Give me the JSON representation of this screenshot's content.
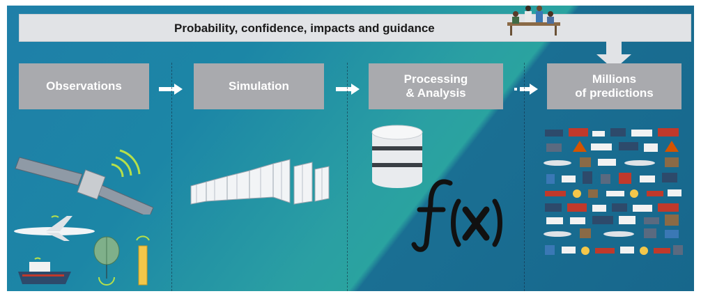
{
  "banner": {
    "text": "Probability, confidence, impacts and guidance"
  },
  "steps": [
    {
      "label": "Observations"
    },
    {
      "label": "Simulation"
    },
    {
      "label": "Processing\n& Analysis"
    },
    {
      "label": "Millions\nof predictions"
    }
  ],
  "colors": {
    "background": "#1f7fa8",
    "box": "#a9aaae",
    "banner": "#e1e3e6",
    "arrow": "#ffffff"
  },
  "icons": [
    "people-meeting-icon",
    "satellite-icon",
    "airplane-icon",
    "ship-icon",
    "weather-balloon-icon",
    "buoy-icon",
    "server-rack-icon",
    "database-icon",
    "function-icon",
    "transport-grid-icon"
  ]
}
